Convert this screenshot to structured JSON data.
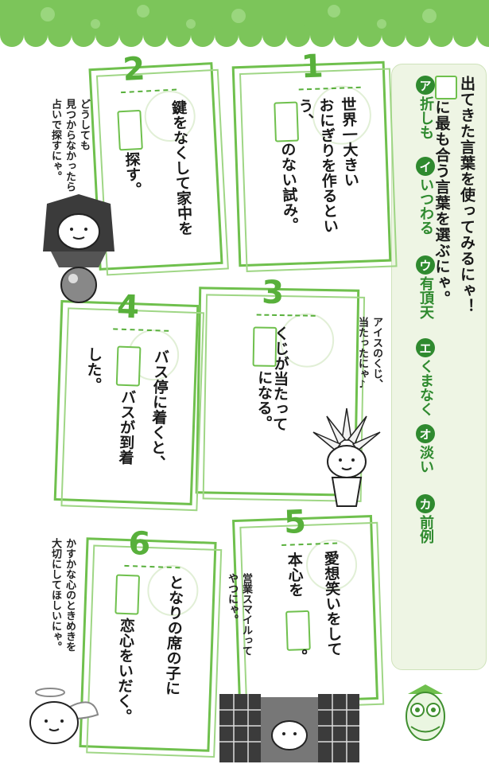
{
  "instruction": {
    "line1": "出てきた言葉を使ってみるにゃ！",
    "line2": "に最も合う言葉を選ぶにゃ。"
  },
  "choices": [
    {
      "badge": "ア",
      "word": "折しも"
    },
    {
      "badge": "イ",
      "word": "いつわる"
    },
    {
      "badge": "ウ",
      "word": "有頂天"
    },
    {
      "badge": "エ",
      "word": "くまなく"
    },
    {
      "badge": "オ",
      "word": "淡い"
    },
    {
      "badge": "カ",
      "word": "前例"
    }
  ],
  "questions": [
    {
      "num": "1",
      "col1": "世界一大きい",
      "col2": "おにぎりを作るという、",
      "col3": "のない試み。"
    },
    {
      "num": "2",
      "col1": "鍵をなくして家中を",
      "col2": "探す。"
    },
    {
      "num": "3",
      "col1": "くじが当たって",
      "col2": "になる。"
    },
    {
      "num": "4",
      "col1": "バス停に着くと、",
      "col2": "バスが到着",
      "col3": "した。"
    },
    {
      "num": "5",
      "col1": "愛想笑いをして",
      "col2": "本心を",
      "col3": "。"
    },
    {
      "num": "6",
      "col1": "となりの席の子に",
      "col2": "恋心をいだく。"
    }
  ],
  "notes": {
    "q2": [
      "どうしても",
      "見つからなかったら",
      "占いで探すにゃ。"
    ],
    "q3": [
      "アイスのくじ、",
      "当たったにゃ♪"
    ],
    "q5": [
      "営業スマイルって",
      "やつにゃ。"
    ],
    "q6": [
      "かすかな心のときめきを",
      "大切にしてほしいにゃ。"
    ]
  },
  "colors": {
    "accent": "#58b03b",
    "badge": "#2f8a2f",
    "panel": "#eef5e4"
  }
}
